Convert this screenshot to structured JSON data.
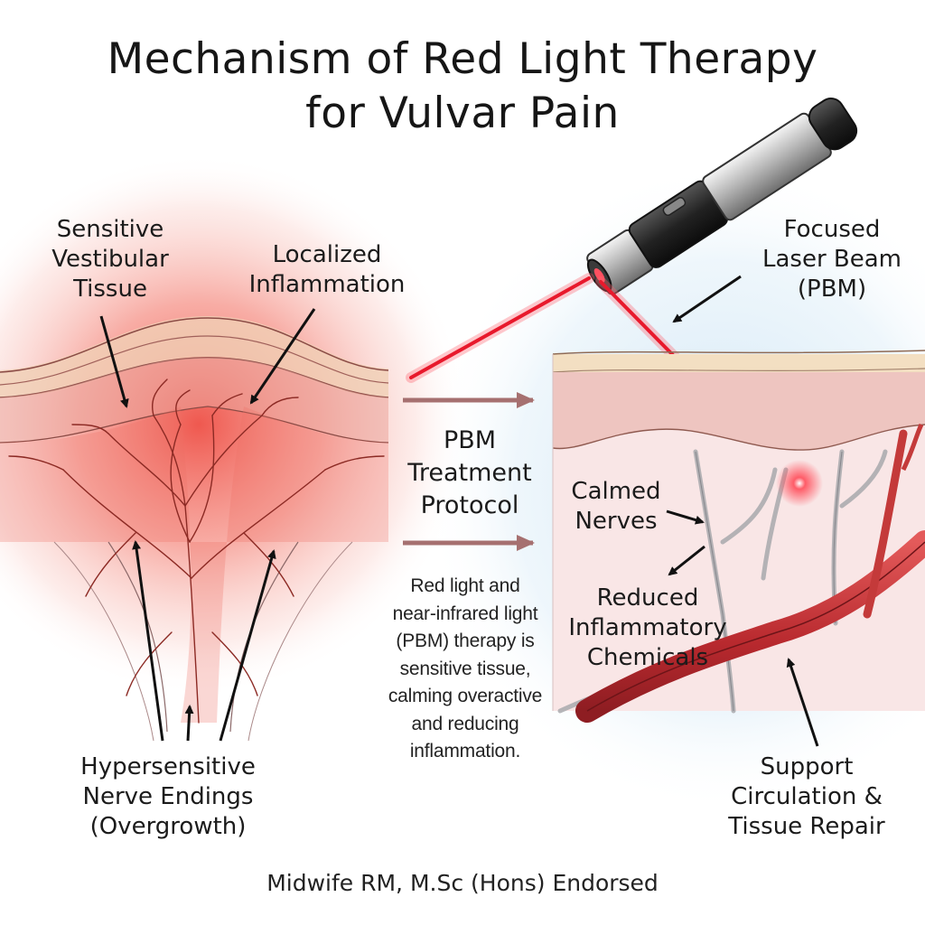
{
  "title": "Mechanism of Red Light Therapy for Vulvar Pain",
  "title_lines": [
    "Mechanism of Red Light Therapy",
    "for Vulvar Pain"
  ],
  "labels": {
    "sensitive_tissue": [
      "Sensitive",
      "Vestibular",
      "Tissue"
    ],
    "localized_inflammation": [
      "Localized",
      "Inflammation"
    ],
    "hypersensitive_nerves": [
      "Hypersensitive",
      "Nerve Endings",
      "(Overgrowth)"
    ],
    "focused_beam": [
      "Focused",
      "Laser Beam",
      "(PBM)"
    ],
    "calmed_nerves": [
      "Calmed",
      "Nerves"
    ],
    "reduced_chemicals": [
      "Reduced",
      "Inflammatory",
      "Chemicals"
    ],
    "support_circulation": [
      "Support",
      "Circulation &",
      "Tissue Repair"
    ]
  },
  "center": {
    "heading": [
      "PBM",
      "Treatment",
      "Protocol"
    ],
    "description": [
      "Red light and",
      "near-infrared light",
      "(PBM) therapy is",
      "sensitive tissue,",
      "calming overactive",
      "and reducing",
      "inflammation."
    ]
  },
  "footer": "Midwife RM, M.Sc (Hons) Endorsed",
  "colors": {
    "inflammation_red": "#e8423a",
    "laser_red": "#e8192c",
    "skin_top": "#f1dcc0",
    "dermis": "#eec5c0",
    "arrow": "#a67070",
    "calm_blue": "#d6e9f5"
  }
}
